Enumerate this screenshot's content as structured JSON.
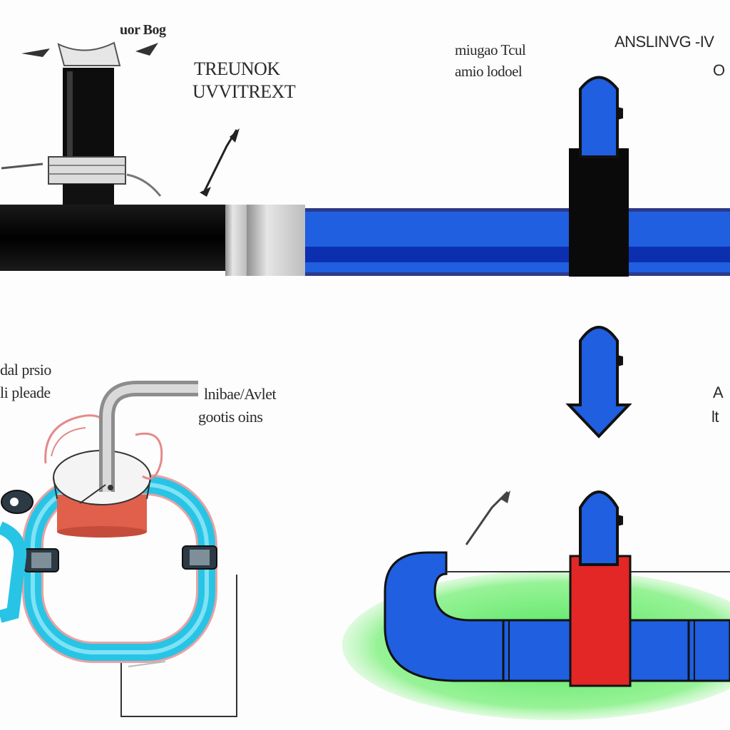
{
  "labels": {
    "top_left_small": "uor Bog",
    "top_left_title_1": "TREUNOK",
    "top_left_title_2": "UVVITREXT",
    "top_mid_1": "miugao Tcul",
    "top_mid_2": "amio lodoel",
    "top_right_1": "ANSLINVG -IV",
    "top_right_2": "O",
    "mid_left_1": "dal prsio",
    "mid_left_2": "li pleade",
    "mid_center_1": "lnibae/Avlet",
    "mid_center_2": "gootis oins",
    "mid_right_1": "A",
    "mid_right_2": "lt"
  },
  "colors": {
    "pipe_black": "#0a0a0a",
    "pipe_blue": "#1f5fe0",
    "pipe_blue_dark": "#0c2fb0",
    "collar_gray": "#c9c9c9",
    "loop_cyan": "#28c4e6",
    "tank_red": "#e0604c",
    "tee_red": "#e32626",
    "water_green": "#4fe063",
    "background": "#fdfdfd"
  }
}
